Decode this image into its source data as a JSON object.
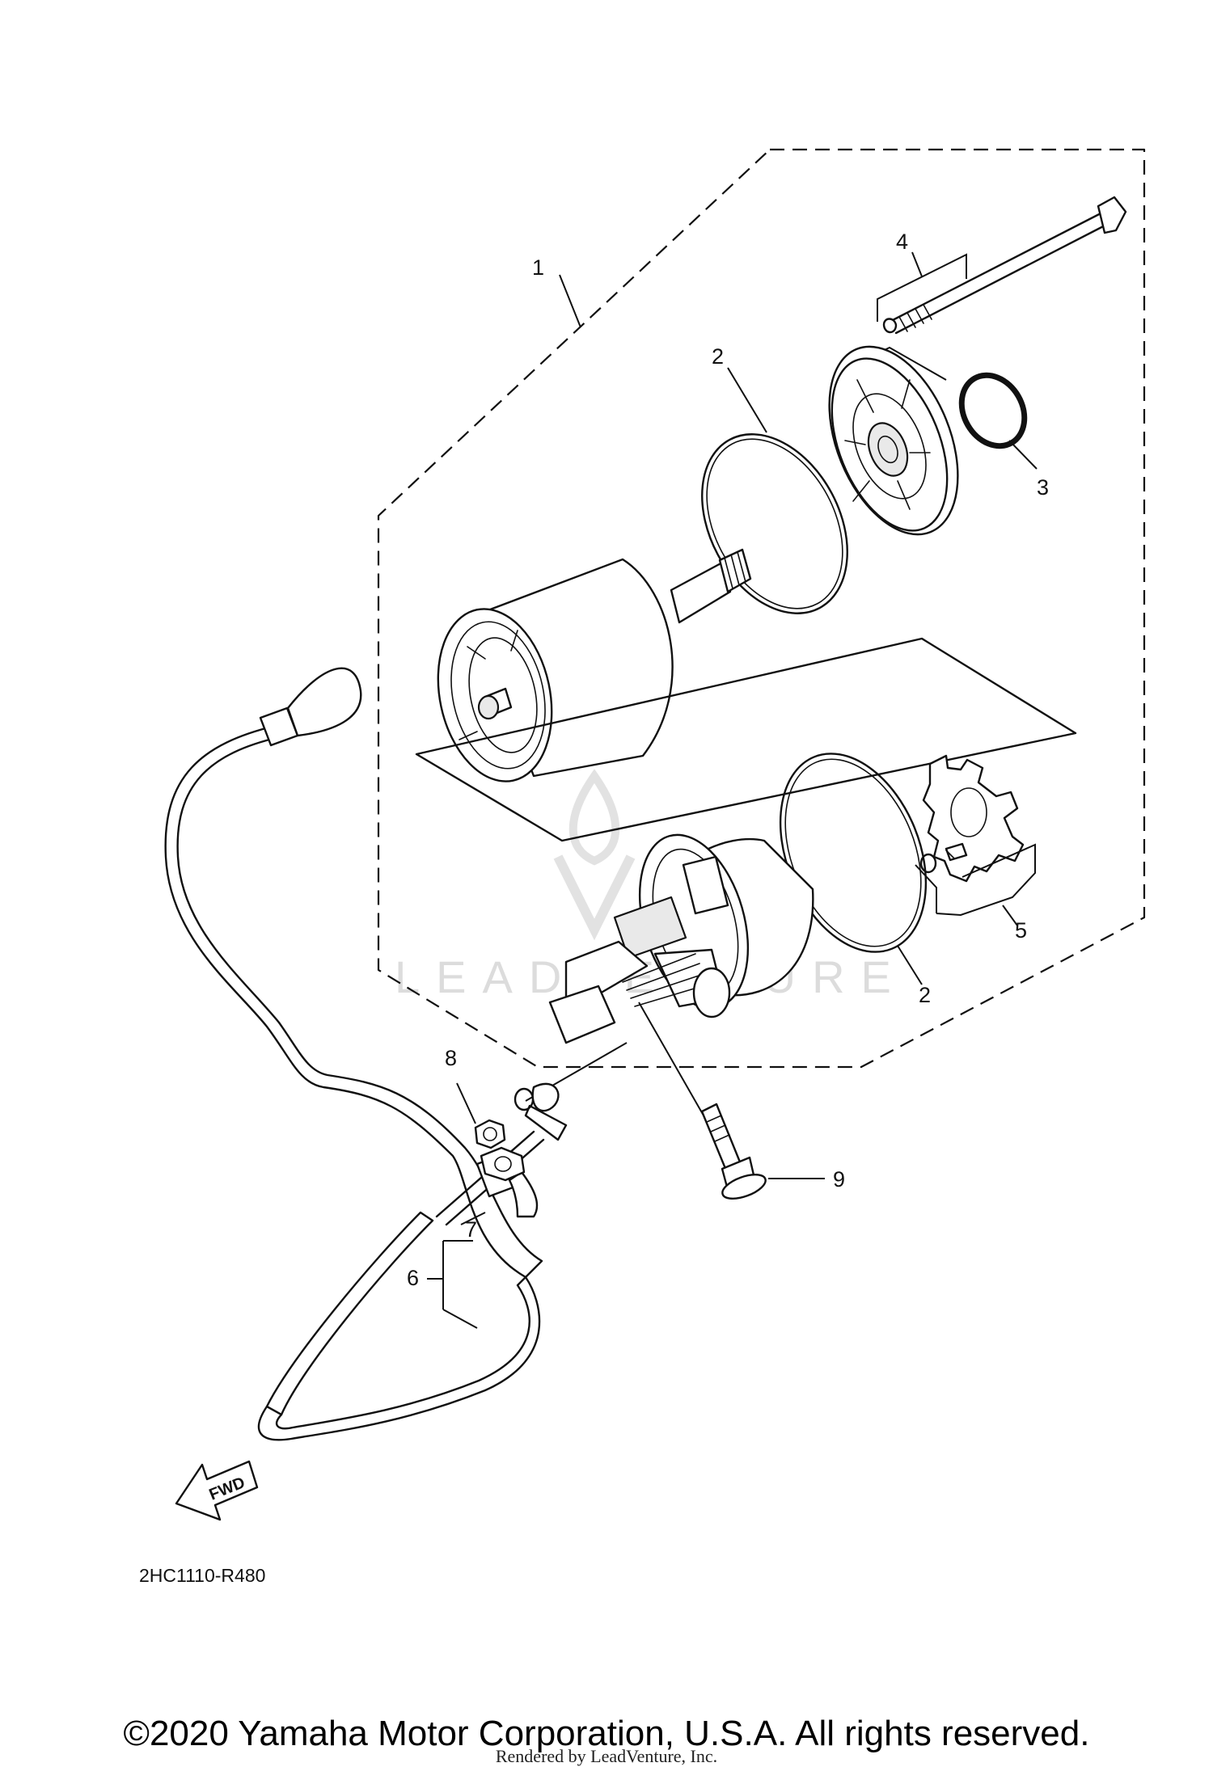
{
  "callouts": {
    "c1": "1",
    "c2a": "2",
    "c2b": "2",
    "c3": "3",
    "c4": "4",
    "c5": "5",
    "c6": "6",
    "c7": "7",
    "c8": "8",
    "c9": "9"
  },
  "diagram_code": "2HC1110-R480",
  "fwd_label": "FWD",
  "watermark": "LEADVENTURE",
  "copyright": "©2020 Yamaha Motor Corporation, U.S.A. All rights reserved.",
  "rendered_by": "Rendered by LeadVenture, Inc."
}
